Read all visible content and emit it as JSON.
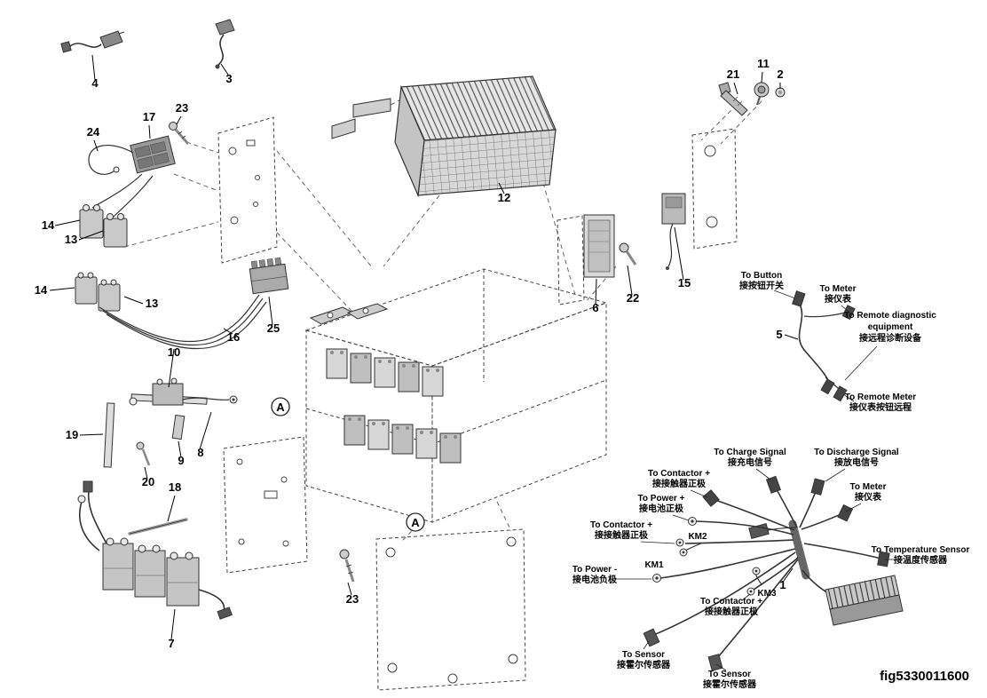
{
  "figure_code": "fig5330011600",
  "section_marker": "A",
  "callouts": [
    "4",
    "3",
    "24",
    "17",
    "23",
    "14",
    "13",
    "14",
    "13",
    "16",
    "25",
    "10",
    "19",
    "20",
    "9",
    "8",
    "18",
    "7",
    "12",
    "21",
    "11",
    "2",
    "6",
    "22",
    "15",
    "5",
    "23",
    "1"
  ],
  "harness_small": {
    "labels": [
      {
        "en": "To Button",
        "zh": "接按钮开关"
      },
      {
        "en": "To Meter",
        "zh": "接仪表"
      },
      {
        "en": "To Remote diagnostic",
        "en2": "equipment",
        "zh": "接远程诊断设备"
      },
      {
        "en": "To Remote Meter",
        "zh": "接仪表按钮远程"
      }
    ]
  },
  "harness_main": {
    "labels": [
      {
        "en": "To Charge Signal",
        "zh": "接充电信号"
      },
      {
        "en": "To Discharge Signal",
        "zh": "接放电信号"
      },
      {
        "en": "To Contactor +",
        "zh": "接接触器正极"
      },
      {
        "en": "To Power +",
        "zh": "接电池正极"
      },
      {
        "en": "To Contactor +",
        "zh": "接接触器正极"
      },
      {
        "en": "To Meter",
        "zh": "接仪表"
      },
      {
        "en": "To Power -",
        "zh": "接电池负极"
      },
      {
        "en": "To Contactor +",
        "zh": "接接触器正极"
      },
      {
        "en": "To Temperature Sensor",
        "zh": "接温度传感器"
      },
      {
        "en": "To Sensor",
        "zh": "接霍尔传感器"
      },
      {
        "en": "To Sensor",
        "zh": "接霍尔传感器"
      }
    ],
    "relay_refs": [
      "KM2",
      "KM1",
      "KM3"
    ]
  }
}
